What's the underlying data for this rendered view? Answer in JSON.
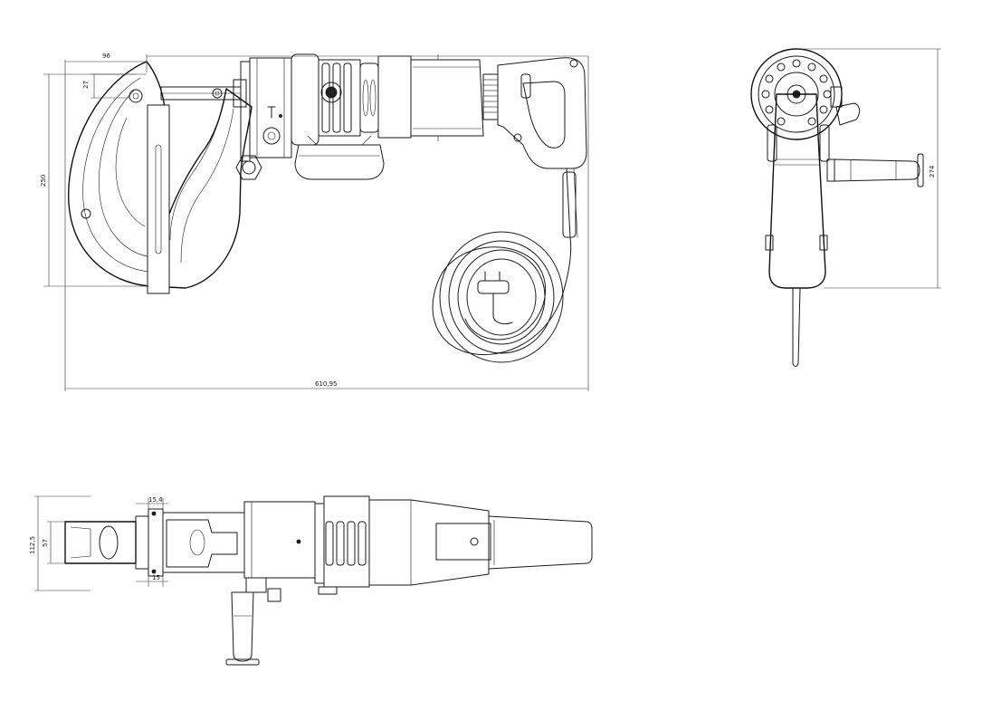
{
  "views": {
    "side": {
      "dim_width_top": "96",
      "dim_small": "27",
      "dim_height": "250",
      "dim_length": "610,95"
    },
    "front": {
      "dim_height": "274"
    },
    "top": {
      "dim_height": "112,5",
      "dim_inner": "57",
      "dim_upper": "15,4",
      "dim_lower": "15"
    }
  },
  "colors": {
    "line": "#1a1a1a",
    "background": "#ffffff"
  }
}
